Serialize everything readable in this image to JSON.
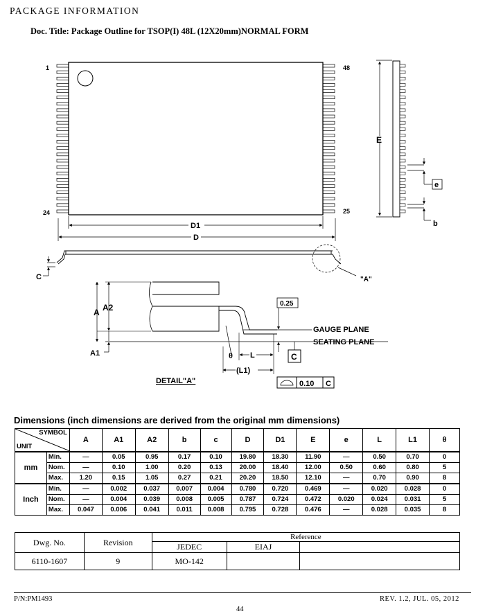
{
  "header": {
    "section_title": "PACKAGE INFORMATION",
    "doc_title": "Doc. Title: Package Outline for  TSOP(I) 48L (12X20mm)NORMAL FORM"
  },
  "drawing": {
    "pin_first": "1",
    "pin_last": "48",
    "pin_bottom_left": "24",
    "pin_bottom_right": "25",
    "dim_D1": "D1",
    "dim_D": "D",
    "dim_E": "E",
    "dim_e": "e",
    "dim_b": "b",
    "dim_C": "C",
    "detail_ref": "\"A\"",
    "dim_A": "A",
    "dim_A2": "A2",
    "dim_A1": "A1",
    "dim_025": "0.25",
    "gauge_plane": "GAUGE PLANE",
    "seating_plane": "SEATING PLANE",
    "theta": "θ",
    "dim_L": "L",
    "dim_L1": "(L1)",
    "datum_C": "C",
    "detail_label": "DETAIL\"A\"",
    "flatness_value": "0.10",
    "flatness_datum": "C"
  },
  "dimensions": {
    "caption": "Dimensions (inch dimensions are derived from the original mm dimensions)",
    "symbol_label": "SYMBOL",
    "unit_label": "UNIT",
    "columns": [
      "A",
      "A1",
      "A2",
      "b",
      "c",
      "D",
      "D1",
      "E",
      "e",
      "L",
      "L1",
      "θ"
    ],
    "groups": [
      {
        "unit": "mm",
        "rows": [
          {
            "label": "Min.",
            "cells": [
              "—",
              "0.05",
              "0.95",
              "0.17",
              "0.10",
              "19.80",
              "18.30",
              "11.90",
              "—",
              "0.50",
              "0.70",
              "0"
            ]
          },
          {
            "label": "Nom.",
            "cells": [
              "—",
              "0.10",
              "1.00",
              "0.20",
              "0.13",
              "20.00",
              "18.40",
              "12.00",
              "0.50",
              "0.60",
              "0.80",
              "5"
            ]
          },
          {
            "label": "Max.",
            "cells": [
              "1.20",
              "0.15",
              "1.05",
              "0.27",
              "0.21",
              "20.20",
              "18.50",
              "12.10",
              "—",
              "0.70",
              "0.90",
              "8"
            ]
          }
        ]
      },
      {
        "unit": "Inch",
        "rows": [
          {
            "label": "Min.",
            "cells": [
              "—",
              "0.002",
              "0.037",
              "0.007",
              "0.004",
              "0.780",
              "0.720",
              "0.469",
              "—",
              "0.020",
              "0.028",
              "0"
            ]
          },
          {
            "label": "Nom.",
            "cells": [
              "—",
              "0.004",
              "0.039",
              "0.008",
              "0.005",
              "0.787",
              "0.724",
              "0.472",
              "0.020",
              "0.024",
              "0.031",
              "5"
            ]
          },
          {
            "label": "Max.",
            "cells": [
              "0.047",
              "0.006",
              "0.041",
              "0.011",
              "0.008",
              "0.795",
              "0.728",
              "0.476",
              "—",
              "0.028",
              "0.035",
              "8"
            ]
          }
        ]
      }
    ]
  },
  "reference": {
    "dwg_label": "Dwg. No.",
    "revision_label": "Revision",
    "reference_label": "Reference",
    "jedec_label": "JEDEC",
    "eiaj_label": "EIAJ",
    "dwg_value": "6110-1607",
    "revision_value": "9",
    "jedec_value": "MO-142",
    "eiaj_value": ""
  },
  "footer": {
    "part_no": "P/N:PM1493",
    "page": "44",
    "revision": "REV. 1.2, JUL. 05, 2012"
  }
}
